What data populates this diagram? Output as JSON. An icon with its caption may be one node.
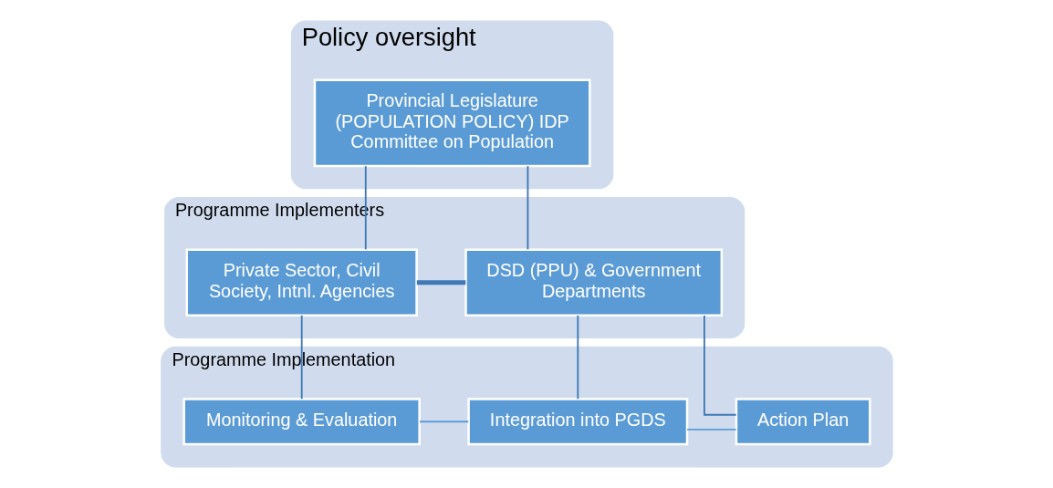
{
  "diagram": {
    "nodes": [
      {
        "text": [
          "Policy oversight"
        ]
      },
      {
        "text": [
          "Provincial Legislature (POPULATION POLICY) IDP Committee on Population"
        ],
        "in": 0
      },
      {
        "text": [
          "Programme Implementers"
        ]
      },
      {
        "text": [
          "DSD (PPU) & Government Departments"
        ],
        "in": 2
      },
      {
        "text": [
          "Private Sector, Civil Society, Intnl. Agencies"
        ],
        "in": 2
      },
      {
        "text": [
          "Programme Implementation"
        ]
      },
      {
        "text": [
          "Action Plan"
        ],
        "in": 5
      },
      {
        "text": [
          "Integration into PGDS"
        ],
        "in": 5
      },
      {
        "text": [
          "Monitoring & Evaluation"
        ],
        "in": 5
      }
    ],
    "edges": [
      {
        "from": 1,
        "to": 3,
        "arrow": "none"
      },
      {
        "from": 1,
        "to": 4,
        "arrow": "none"
      },
      {
        "from": 3,
        "to": 4,
        "arrow": "none",
        "style": "thick"
      },
      {
        "from": 3,
        "to": 6,
        "arrow": "none"
      },
      {
        "from": 3,
        "to": 7,
        "arrow": "none"
      },
      {
        "from": 4,
        "to": 8,
        "arrow": "none"
      },
      {
        "from": 6,
        "to": 7,
        "arrow": "none",
        "color": "#5b9bd5"
      },
      {
        "from": 7,
        "to": 8,
        "arrow": "none",
        "color": "#5b9bd5"
      }
    ]
  }
}
